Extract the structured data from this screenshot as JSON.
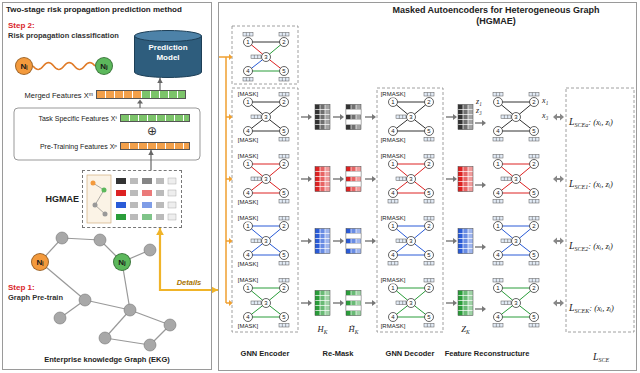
{
  "diagram": {
    "nodes": [
      {
        "text": [
          "Two-stage risk propagation prediction method"
        ]
      },
      {
        "text": [
          "Nᵢ"
        ],
        "in": 0
      },
      {
        "text": [
          "Nⱼ"
        ],
        "in": 0
      },
      {
        "text": [
          "Prediction Model"
        ],
        "in": 0
      },
      {
        "text": [
          "Merged Features Xᵐ"
        ],
        "in": 0
      },
      {
        "text": [
          "Task Specific Features Xᵗ"
        ],
        "in": 0
      },
      {
        "text": [
          "Pre-Training Features Xᵖ"
        ],
        "in": 0
      },
      {
        "text": [
          "HGMAE"
        ],
        "in": 0
      },
      {
        "text": [
          "Nᵢ"
        ],
        "in": 0
      },
      {
        "text": [
          "Nⱼ"
        ],
        "in": 0
      },
      {
        "text": [
          "Masked Autoencoders for Heterogeneous Graph (HGMAE)"
        ]
      }
    ],
    "edges": [
      {
        "from": 1,
        "to": 2,
        "arrow": "none"
      },
      {
        "from": 4,
        "to": 3,
        "arrow": "to"
      },
      {
        "from": 7,
        "to": 6,
        "arrow": "to"
      },
      {
        "from": 7,
        "to": 10,
        "label": "Details",
        "arrow": "both"
      }
    ],
    "labels": [
      "Step 2:",
      "Risk propagation classification",
      "⊕",
      "Step 1:",
      "Graph Pre-train",
      "Enterprise knowledge Graph (EKG)",
      "1",
      "2",
      "3",
      "4",
      "5",
      "1",
      "2",
      "3",
      "4",
      "5",
      "[MASK]",
      "[MASK]",
      "1",
      "2",
      "3",
      "4",
      "5",
      "[RMASK]",
      "[RMASK]",
      "1",
      "2",
      "3",
      "4",
      "5",
      "L",
      "SCEa",
      ": (xᵢ, zᵢ)",
      "z₁",
      "z₃",
      "x₁",
      "x₃",
      "1",
      "2",
      "3",
      "4",
      "5",
      "[MASK]",
      "[MASK]",
      "1",
      "2",
      "3",
      "4",
      "5",
      "[RMASK]",
      "1",
      "2",
      "3",
      "4",
      "5",
      "L",
      "SCE1",
      ": (xᵢ, zᵢ)",
      "1",
      "2",
      "3",
      "4",
      "5",
      "[MASK]",
      "[MASK]",
      "1",
      "2",
      "3",
      "4",
      "5",
      "[RMASK]",
      "1",
      "2",
      "3",
      "4",
      "5",
      "L",
      "SCE2",
      ": (xᵢ, zᵢ)",
      "1",
      "2",
      "3",
      "4",
      "5",
      "[MASK]",
      "[MASK]",
      "1",
      "2",
      "3",
      "4",
      "5",
      "[RMASK]",
      "[RMASK]",
      "1",
      "2",
      "3",
      "4",
      "5",
      "L",
      "SCEK",
      ": (xᵢ, zᵢ)",
      "H",
      "K",
      "H̃",
      "K",
      "Z",
      "K",
      "GNN Encoder",
      "Re-Mask",
      "GNN Decoder",
      "Feature Reconstructure",
      "L",
      "SCE"
    ]
  }
}
